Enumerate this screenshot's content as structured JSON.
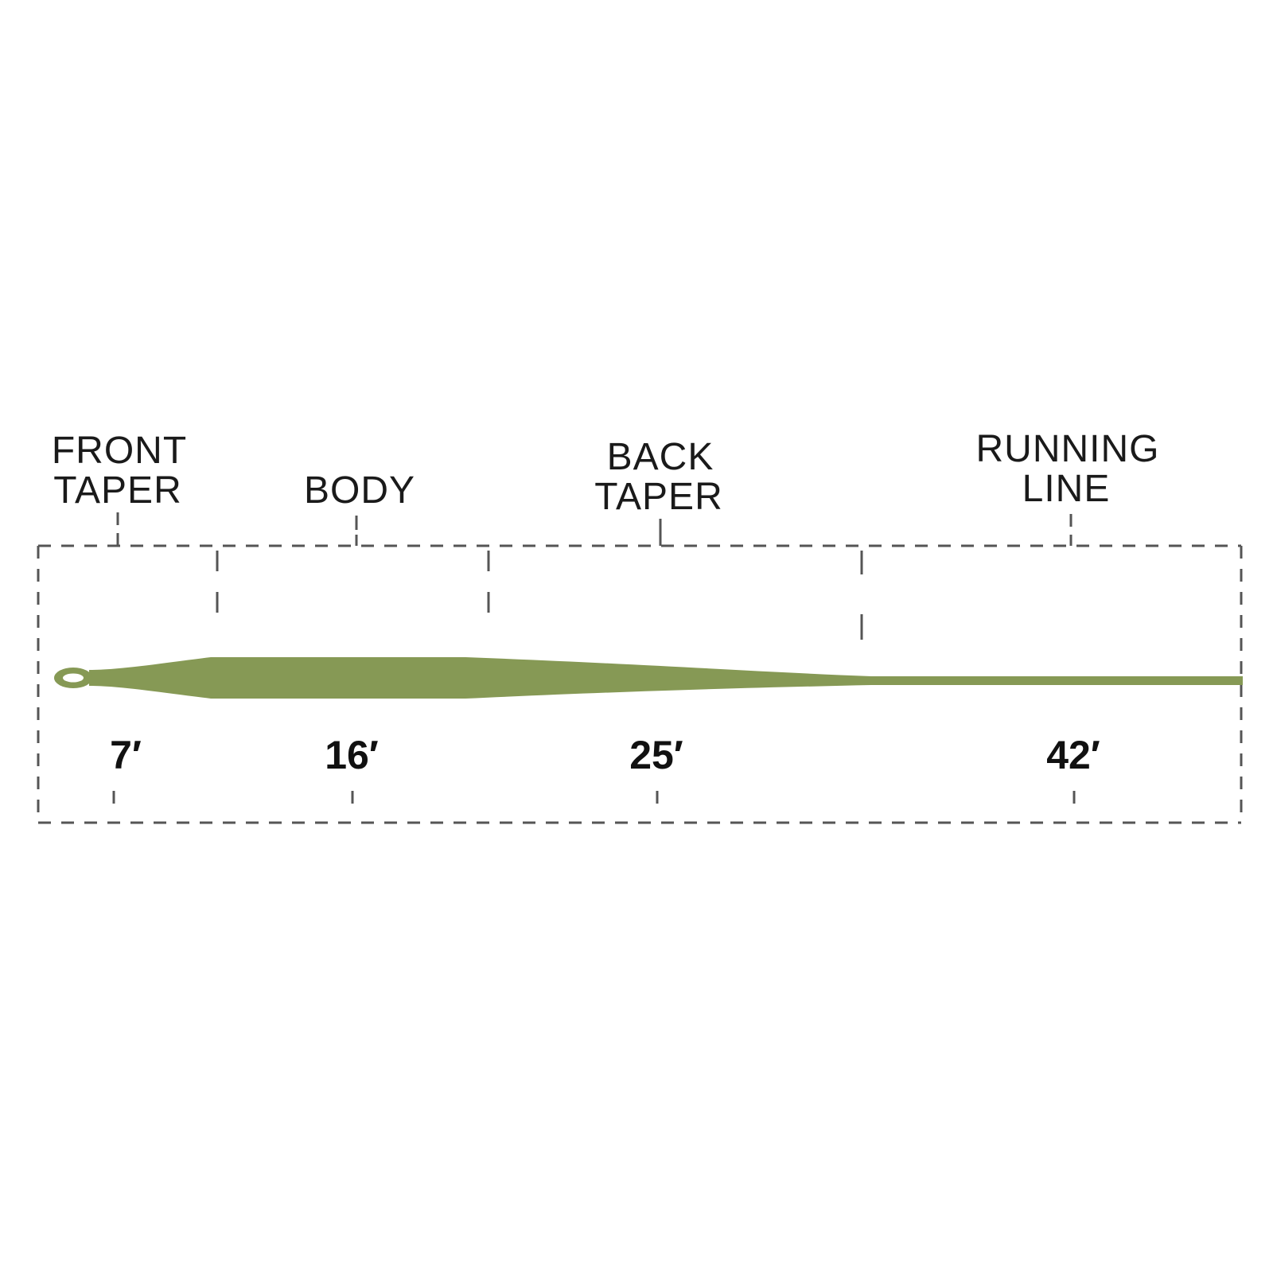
{
  "sections": [
    {
      "id": "front-taper",
      "lines": [
        "FRONT",
        "TAPER"
      ],
      "length": "7′"
    },
    {
      "id": "body",
      "lines": [
        "BODY"
      ],
      "length": "16′"
    },
    {
      "id": "back-taper",
      "lines": [
        "BACK",
        "TAPER"
      ],
      "length": "25′"
    },
    {
      "id": "running-line",
      "lines": [
        "RUNNING",
        "LINE"
      ],
      "length": "42′"
    }
  ],
  "colors": {
    "line_fill": "#869955",
    "dash": "#555555",
    "text": "#1a1a1a"
  },
  "icons": {
    "loop": "welded-loop-icon"
  }
}
